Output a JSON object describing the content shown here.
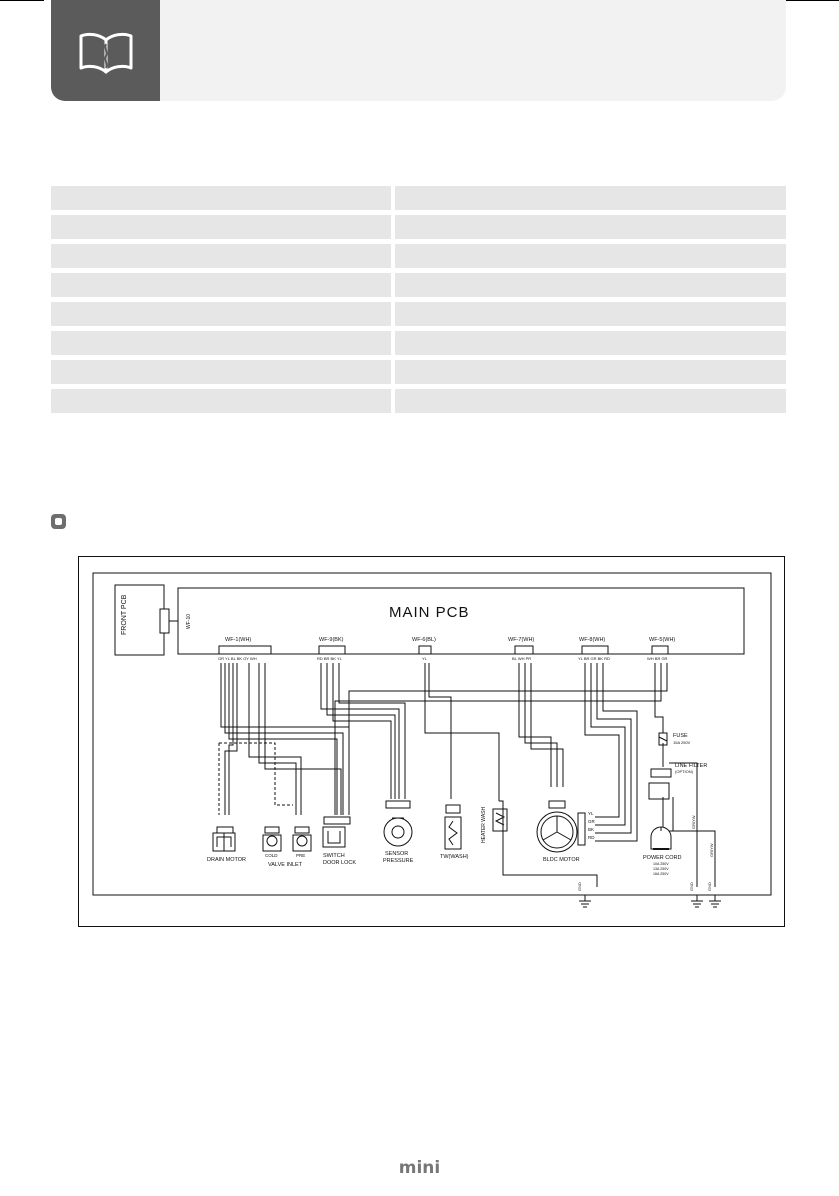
{
  "footer": {
    "brand": "mini"
  },
  "diagram": {
    "title": "MAIN PCB",
    "front_pcb": "FRONT PCB",
    "front_connector": "WF-10",
    "connectors": {
      "wf1": "WF-1(WH)",
      "wf9": "WF-9(BK)",
      "wf6": "WF-6(BL)",
      "wf7": "WF-7(WH)",
      "wf8": "WF-8(WH)",
      "wf5": "WF-5(WH)"
    },
    "wire_labels": {
      "wf1": "GR YL BL BK GY WH",
      "wf9": "RD BR BK YL",
      "wf6": "YL",
      "wf7": "BL WH PR",
      "wf8": "YL BR GR BK RD",
      "wf5": "WH BR GR"
    },
    "components": {
      "drain_motor": "DRAIN MOTOR",
      "valve_inlet": "VALVE INLET",
      "switch": "SWITCH",
      "door_lock": "DOOR LOCK",
      "sensor": "SENSOR",
      "pressure": "PRESSURE",
      "tw_wash": "TW(WASH)",
      "heater_wash": "HEATER WASH",
      "bldc_motor": "BLDC MOTOR",
      "power_cord": "POWER CORD",
      "fuse": "FUSE",
      "fuse_rating": "15A 250V",
      "line_filter": "LINE FILTER",
      "line_filter_option": "(OPTION)",
      "valve_cold": "COLD",
      "valve_pre": "PRE",
      "ground": "GND",
      "gr_yw": "GR/YW"
    },
    "motor_wires": [
      "YL",
      "GR",
      "BK",
      "RD"
    ],
    "power_ratings": [
      "10A 250V",
      "13A 250V",
      "16A 250V"
    ]
  }
}
